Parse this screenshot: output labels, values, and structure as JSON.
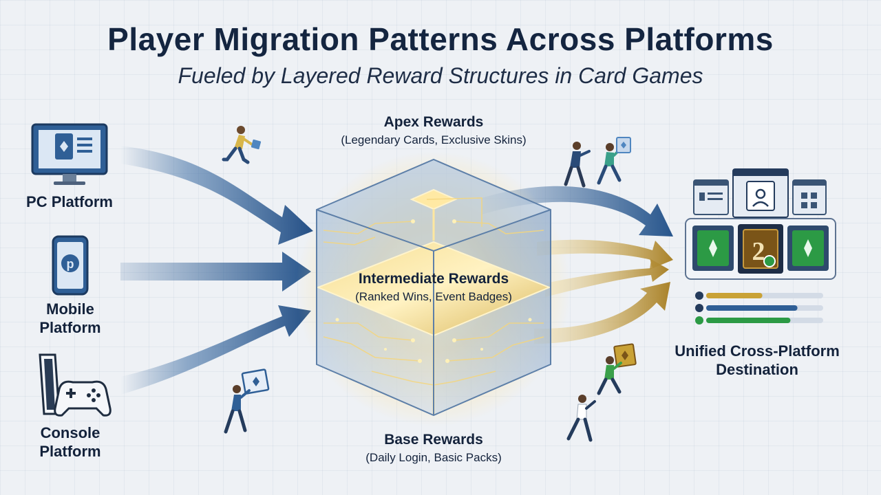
{
  "title": "Player Migration Patterns Across Platforms",
  "subtitle": "Fueled by Layered Reward Structures in Card Games",
  "platforms": {
    "pc": "PC Platform",
    "mobile_line1": "Mobile",
    "mobile_line2": "Platform",
    "console_line1": "Console",
    "console_line2": "Platform"
  },
  "tiers": {
    "apex": {
      "name": "Apex Rewards",
      "desc": "(Legendary Cards, Exclusive Skins)"
    },
    "intermediate": {
      "name": "Intermediate Rewards",
      "desc": "(Ranked Wins, Event Badges)"
    },
    "base": {
      "name": "Base Rewards",
      "desc": "(Daily Login, Basic Packs)"
    }
  },
  "destination": {
    "line1": "Unified Cross-Platform",
    "line2": "Destination",
    "progress": [
      0.48,
      0.78,
      0.72
    ]
  },
  "colors": {
    "title": "#142540",
    "arrow_blue": "#2f5f96",
    "arrow_gold": "#b0892e",
    "cube_edge": "#5d7fa8",
    "glow": "#ffe7a0",
    "card_green": "#2c9a45",
    "card_gold": "#7a5418"
  },
  "icons": [
    "monitor-icon",
    "smartphone-icon",
    "console-icon",
    "gamepad-icon",
    "card-icon",
    "avatar-icon",
    "grid-icon"
  ]
}
